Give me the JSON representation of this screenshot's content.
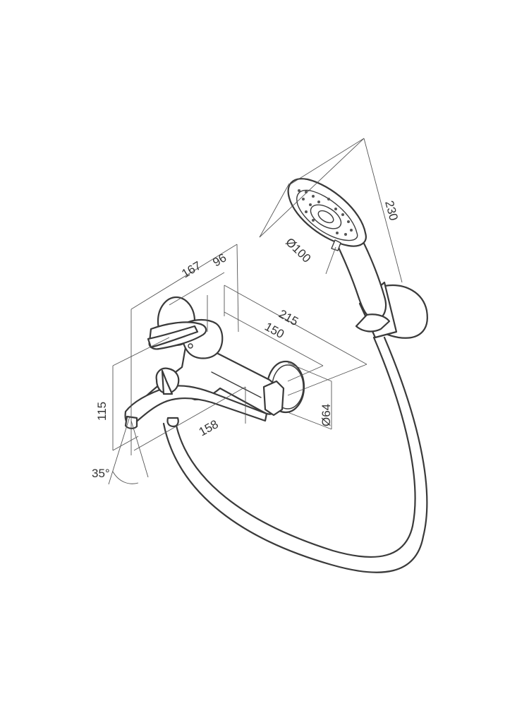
{
  "dimensions": {
    "d167": "167",
    "d96": "96",
    "d215": "215",
    "d150": "150",
    "d115": "115",
    "d158": "158",
    "d35": "35°",
    "d64": "Ø64",
    "d100": "Ø100",
    "d230": "230"
  },
  "colors": {
    "line": "#3a3a3a",
    "dimension": "#555555",
    "background": "#ffffff"
  }
}
